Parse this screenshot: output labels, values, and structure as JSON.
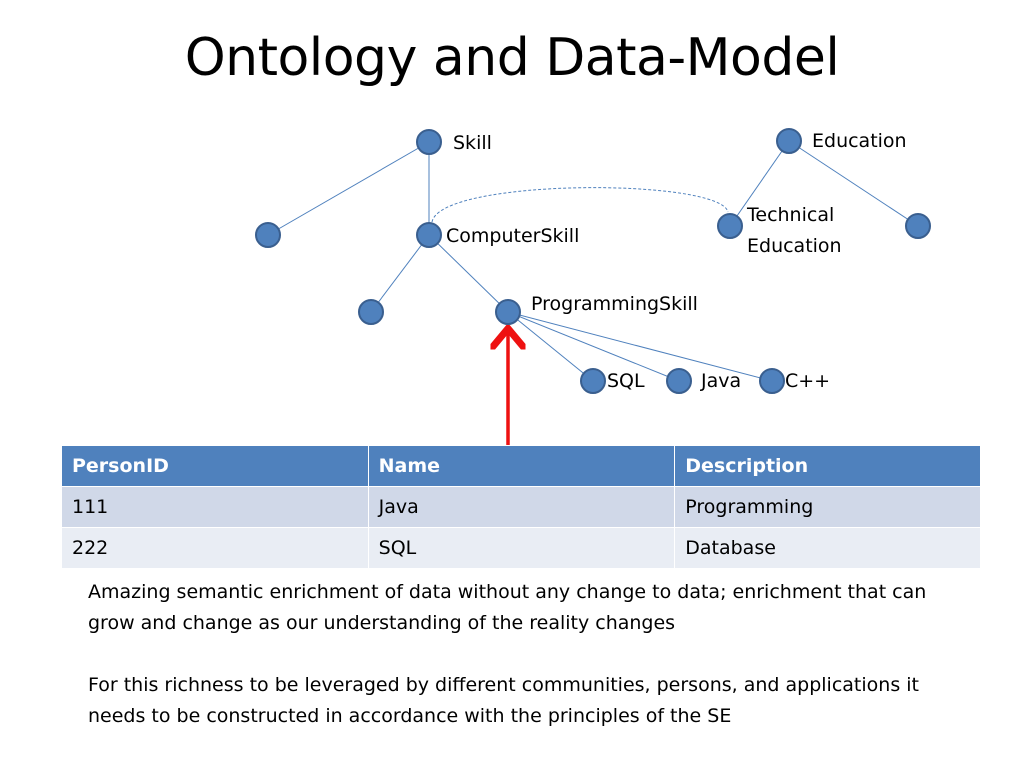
{
  "title": "Ontology and Data-Model",
  "diagram": {
    "nodes": {
      "skill": "Skill",
      "education": "Education",
      "computer_skill": "ComputerSkill",
      "technical_education_line1": "Technical",
      "technical_education_line2": "Education",
      "programming_skill": "ProgrammingSkill",
      "sql": "SQL",
      "java": "Java",
      "cpp": "C++"
    },
    "colors": {
      "node_fill": "#4f81bd",
      "edge": "#4f81bd",
      "arrow": "#ee1111"
    }
  },
  "table": {
    "headers": [
      "PersonID",
      "Name",
      "Description"
    ],
    "rows": [
      [
        "111",
        "Java",
        "Programming"
      ],
      [
        "222",
        "SQL",
        "Database"
      ]
    ],
    "colors": {
      "header": "#4f81bd",
      "row_odd": "#d0d8e8",
      "row_even": "#e9edf4"
    }
  },
  "paragraphs": [
    "Amazing semantic enrichment of data without any change to data; enrichment that can grow and change as our understanding of the reality changes",
    "For this richness to be leveraged by different communities, persons, and applications it needs to be constructed in accordance with the principles of the SE"
  ]
}
